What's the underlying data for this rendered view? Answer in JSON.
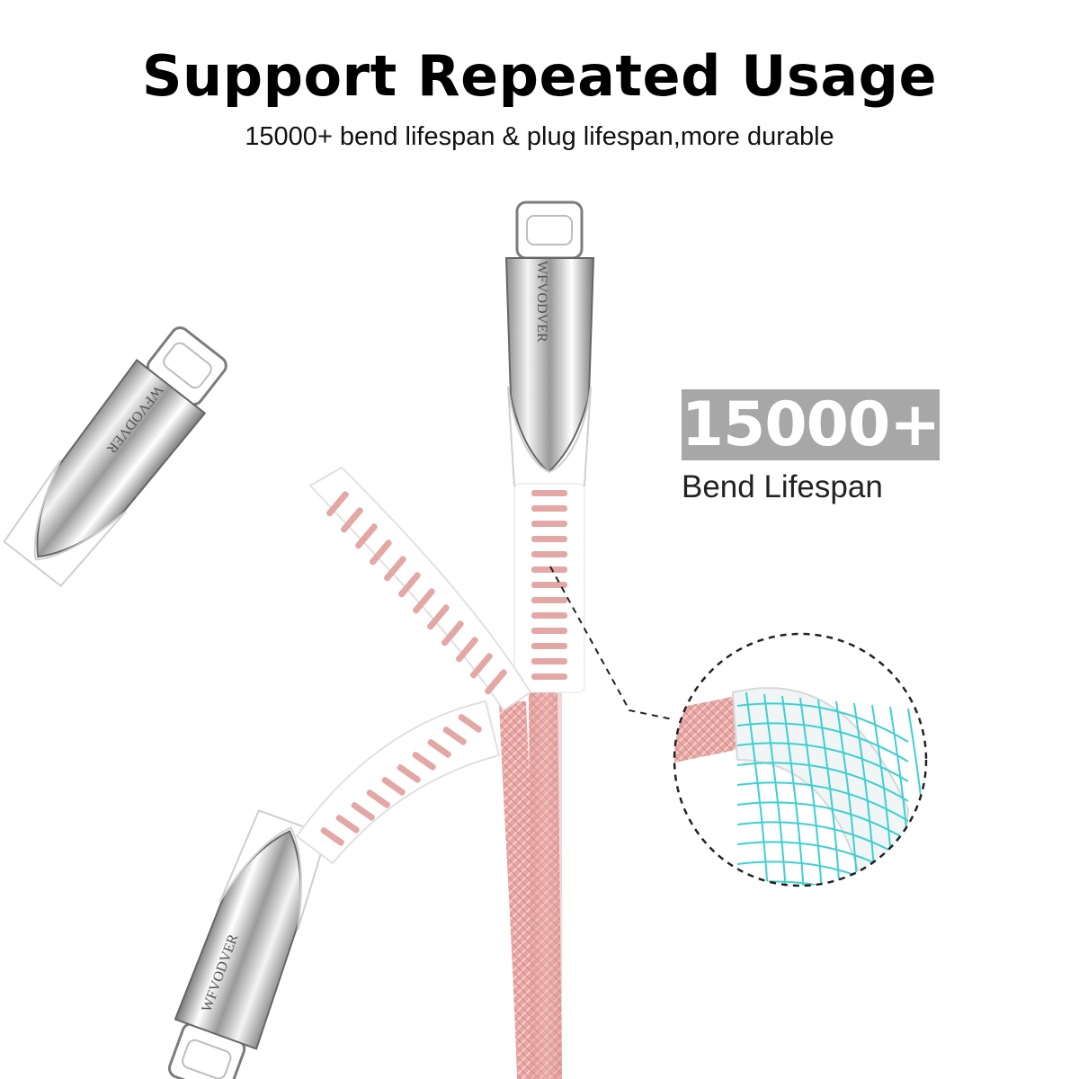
{
  "header": {
    "title": "Support Repeated Usage",
    "subtitle": "15000+ bend lifespan & plug lifespan,more durable"
  },
  "callout": {
    "value": "15000+",
    "caption": "Bend Lifespan"
  },
  "product": {
    "brand_mark": "WFVODVER",
    "cable_color": "#e8a9a6",
    "accent_color": "#3fd0d0"
  }
}
